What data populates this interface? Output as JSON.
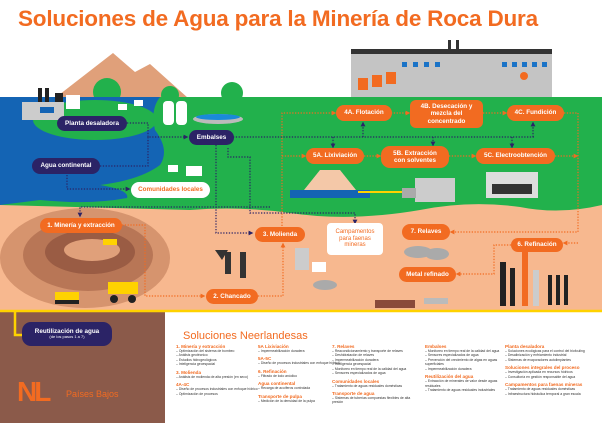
{
  "title": "Soluciones de Agua para la Minería de Roca Dura",
  "colors": {
    "orange": "#f26b21",
    "navy": "#2b2366",
    "water": "#1464b4",
    "land": "#22b14c",
    "sand": "#f7b88f",
    "pipe": "#ffd200"
  },
  "nodes": {
    "planta_desaladora": "Planta desaladora",
    "embalses": "Embalses",
    "agua_continental": "Agua continental",
    "comunidades_locales": "Comunidades locales",
    "mineria": "1. Minería y extracción",
    "chancado": "2. Chancado",
    "molienda": "3. Molienda",
    "flotacion": "4A. Flotación",
    "desecacion": "4B. Desecación y mezcla del concentrado",
    "fundicion": "4C. Fundición",
    "lixiviacion": "5A. Lixiviación",
    "extraccion": "5B. Extracción con solventes",
    "electroobtencion": "5C. Electroobtención",
    "refinacion": "6. Refinación",
    "relaves": "7. Relaves",
    "metal_refinado": "Metal refinado",
    "campamentos": "Campamentos para faenas mineras",
    "reutilizacion": "Reutilización de agua",
    "reutilizacion_sub": "(de los pasos 1 a 7)"
  },
  "solutions": {
    "heading": "Soluciones Neerlandesas",
    "columns": [
      [
        {
          "title": "1. Minería y extracción",
          "items": [
            "Optimización del sistema de bombeo",
            "Análisis geotécnico",
            "Estudios hidrogeológicos",
            "Inteligencia geoespacial"
          ]
        },
        {
          "title": "3. Molienda",
          "items": [
            "Análisis de molienda de alta presión (en seco)"
          ]
        },
        {
          "title": "4A-4C",
          "items": [
            "Diseño de procesos industriales con enfoque hídrico",
            "Optimización de procesos"
          ]
        }
      ],
      [
        {
          "title": "5A Lixiviación",
          "items": [
            "Impermeabilización duradera"
          ]
        },
        {
          "title": "5A-5C",
          "items": [
            "Diseño de procesos industriales con enfoque hídrico"
          ]
        },
        {
          "title": "6. Refinación",
          "items": [
            "Filtrado de lodo anódico"
          ]
        },
        {
          "title": "Agua continental",
          "items": [
            "Recarga de acuíferos controlada"
          ]
        },
        {
          "title": "Transporte de pulpa",
          "items": [
            "Medición de la densidad de la pulpa"
          ]
        }
      ],
      [
        {
          "title": "7. Relaves",
          "items": [
            "Reacondicionamiento y transporte de relaves",
            "Deshidratación de relaves",
            "Impermeabilización duradera",
            "Inteligencia geoespacial",
            "Monitoreo en tiempo real de la calidad del agua",
            "Sensores especializados de agua"
          ]
        },
        {
          "title": "Comunidades locales",
          "items": [
            "Tratamiento de aguas residuales domésticas"
          ]
        },
        {
          "title": "Transporte de agua",
          "items": [
            "Sistemas de tuberías compuestas flexibles de alta presión"
          ]
        }
      ],
      [
        {
          "title": "Embalses",
          "items": [
            "Monitoreo en tiempo real de la calidad del agua",
            "Sensores especializados de agua",
            "Prevención del crecimiento de algas en aguas superficiales",
            "Impermeabilización duradera"
          ]
        },
        {
          "title": "Reutilización del agua",
          "items": [
            "Extracción de minerales de valor desde aguas residuales",
            "Tratamiento de aguas residuales industriales"
          ]
        }
      ],
      [
        {
          "title": "Planta desaladora",
          "items": [
            "Soluciones ecológicas para el control del biofouling",
            "Desalinización y enfriamiento industrial",
            "Sistemas de evaporadores autolimpiantes"
          ]
        },
        {
          "title": "Soluciones integrales del proceso",
          "items": [
            "Investigación aplicada en recursos hídricos",
            "Consultoría en gestión responsable del agua"
          ]
        },
        {
          "title": "Campamentos para faenas mineras",
          "items": [
            "Tratamiento de aguas residuales domésticas",
            "Infraestructura hidráulica temporal a gran escala"
          ]
        }
      ]
    ]
  },
  "logo": {
    "mark": "NL",
    "country": "Países Bajos"
  }
}
